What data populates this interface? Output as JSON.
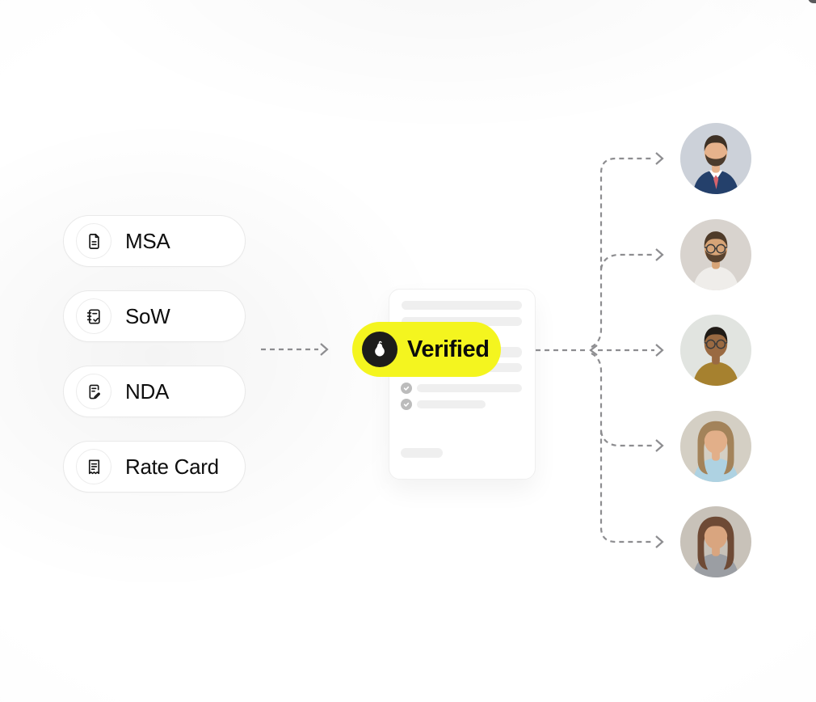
{
  "theme": {
    "dash_color": "#8d8d90",
    "badge_bg": "#f4f51f",
    "badge_circle_bg": "#1d1d1b",
    "badge_text_color": "#0b0b0b",
    "pill_border": "#e9e9e9",
    "skeleton_color": "#efefef",
    "check_color": "#bcbcbc"
  },
  "documents": [
    {
      "label": "MSA",
      "icon": "file-text-icon"
    },
    {
      "label": "SoW",
      "icon": "notebook-check-icon"
    },
    {
      "label": "NDA",
      "icon": "file-edit-icon"
    },
    {
      "label": "Rate Card",
      "icon": "receipt-icon"
    }
  ],
  "verification": {
    "badge_label": "Verified",
    "badge_icon": "pear-icon"
  },
  "document_preview": {
    "skeleton_lines": 4,
    "checklist_rows": 2,
    "footer_lines": 1
  },
  "recipients": [
    {
      "description": "man with beard in navy suit, white shirt and red tie",
      "colors": {
        "bg": "#ccd1d9",
        "skin": "#e6b28c",
        "hair": "#3e3125",
        "shirt": "#24406b",
        "accent": "#d7636c"
      },
      "hair_style": "short",
      "beard": true,
      "glasses": false,
      "tie": true
    },
    {
      "description": "smiling man with glasses, beard and white t-shirt",
      "colors": {
        "bg": "#d8d3ce",
        "skin": "#d7a477",
        "hair": "#4f3b29",
        "shirt": "#efedea",
        "accent": "#d7636c"
      },
      "hair_style": "short",
      "beard": true,
      "glasses": true,
      "tie": false
    },
    {
      "description": "person with dark curly hair, glasses and mustard shirt",
      "colors": {
        "bg": "#e1e4e0",
        "skin": "#9a6a42",
        "hair": "#201b16",
        "shirt": "#a6812f",
        "accent": "#d7636c"
      },
      "hair_style": "short",
      "beard": false,
      "glasses": true,
      "tie": false
    },
    {
      "description": "smiling woman with long light-brown hair and light blue shirt",
      "colors": {
        "bg": "#d4cfc4",
        "skin": "#e2af89",
        "hair": "#a3835a",
        "shirt": "#aed2e2",
        "accent": "#d7636c"
      },
      "hair_style": "long",
      "beard": false,
      "glasses": false,
      "tie": false
    },
    {
      "description": "smiling woman with long auburn hair in gray blazer",
      "colors": {
        "bg": "#c8c2b9",
        "skin": "#d9a57f",
        "hair": "#6e4a35",
        "shirt": "#9b9ea3",
        "accent": "#d7636c"
      },
      "hair_style": "long",
      "beard": false,
      "glasses": false,
      "tie": false
    }
  ]
}
